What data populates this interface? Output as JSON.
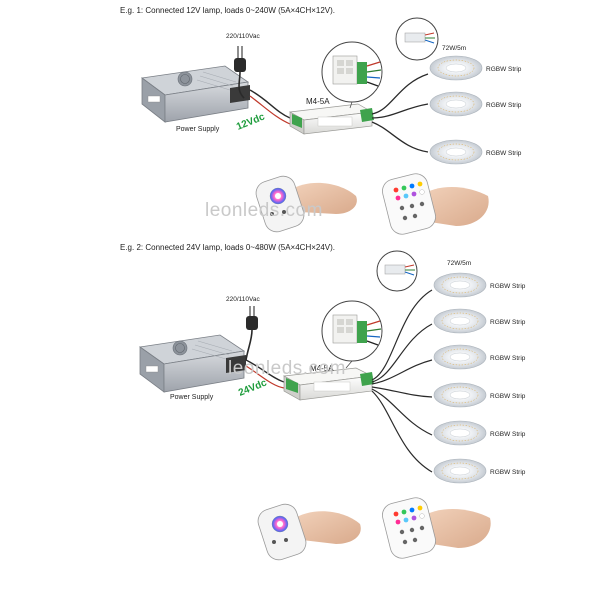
{
  "example1": {
    "caption": "E.g. 1: Connected 12V lamp, loads 0~240W (5A×4CH×12V).",
    "mains_label": "220/110Vac",
    "psu_label": "Power Supply",
    "voltage_label": "12Vdc",
    "controller_model": "M4-5A",
    "strip_rating": "72W/5m",
    "strip_labels": [
      "RGBW Strip",
      "RGBW Strip",
      "RGBW Strip"
    ]
  },
  "example2": {
    "caption": "E.g. 2: Connected 24V lamp, loads 0~480W (5A×4CH×24V).",
    "mains_label": "220/110Vac",
    "psu_label": "Power Supply",
    "voltage_label": "24Vdc",
    "controller_model": "M4-5A",
    "strip_rating": "72W/5m",
    "strip_labels": [
      "RGBW Strip",
      "RGBW Strip",
      "RGBW Strip",
      "RGBW Strip",
      "RGBW Strip",
      "RGBW Strip"
    ]
  },
  "watermark": "leonleds.com",
  "colors": {
    "voltage_text": "#1e9c3c",
    "wire": "#2a2a2a",
    "psu_body": "#b8bcc4",
    "controller_body": "#f0f0ee"
  },
  "icons": [
    "power-supply-icon",
    "plug-icon",
    "controller-icon",
    "led-strip-reel-icon",
    "remote-hand-icon",
    "wiring-closeup-icon"
  ]
}
